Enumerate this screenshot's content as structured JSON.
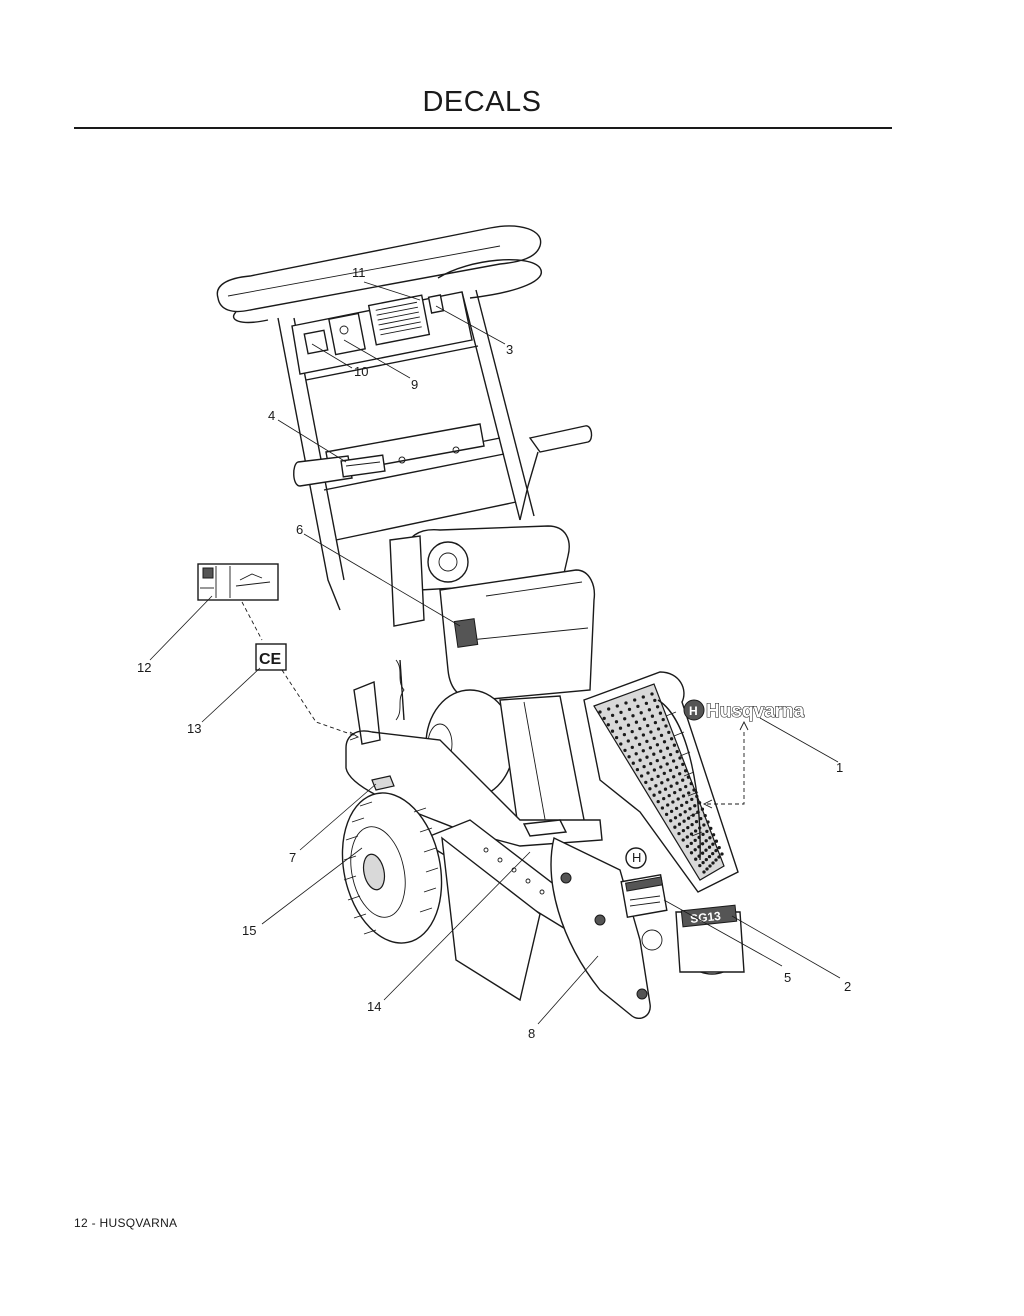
{
  "page": {
    "title": "DECALS",
    "footer": "12 - HUSQVARNA"
  },
  "decals": {
    "brand_logo_text": "Husqvarna",
    "ce_mark_text": "CE",
    "model_badge_text": "SG13"
  },
  "callouts": [
    {
      "id": 1,
      "label": "1"
    },
    {
      "id": 2,
      "label": "2"
    },
    {
      "id": 3,
      "label": "3"
    },
    {
      "id": 4,
      "label": "4"
    },
    {
      "id": 5,
      "label": "5"
    },
    {
      "id": 6,
      "label": "6"
    },
    {
      "id": 7,
      "label": "7"
    },
    {
      "id": 8,
      "label": "8"
    },
    {
      "id": 9,
      "label": "9"
    },
    {
      "id": 10,
      "label": "10"
    },
    {
      "id": 11,
      "label": "11"
    },
    {
      "id": 12,
      "label": "12"
    },
    {
      "id": 13,
      "label": "13"
    },
    {
      "id": 14,
      "label": "14"
    },
    {
      "id": 15,
      "label": "15"
    }
  ]
}
